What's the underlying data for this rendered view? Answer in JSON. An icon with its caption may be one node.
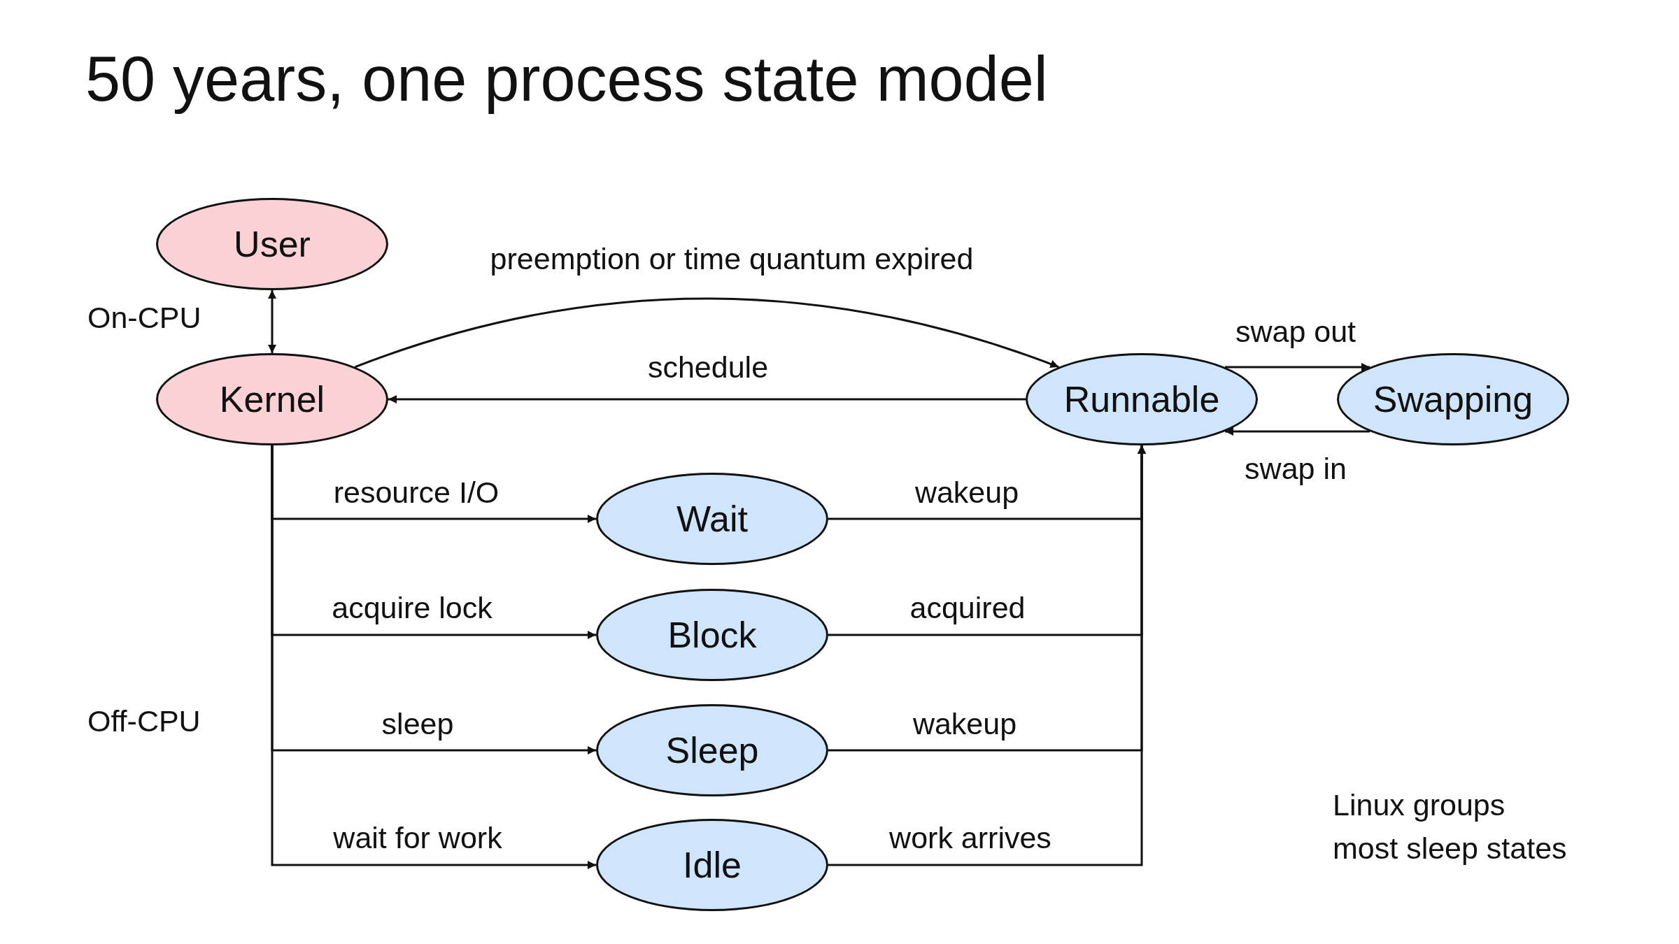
{
  "diagram": {
    "title": "50 years, one process state model",
    "nodes": [
      {
        "text": [
          "User"
        ]
      },
      {
        "text": [
          "Kernel"
        ]
      },
      {
        "text": [
          "Runnable"
        ]
      },
      {
        "text": [
          "Swapping"
        ]
      },
      {
        "text": [
          "Wait"
        ]
      },
      {
        "text": [
          "Block"
        ]
      },
      {
        "text": [
          "Sleep"
        ]
      },
      {
        "text": [
          "Idle"
        ]
      }
    ],
    "edges": [
      {
        "from": 0,
        "to": 1,
        "arrow": "both"
      },
      {
        "from": 1,
        "to": 2,
        "arrow": "to",
        "label": "preemption or time quantum expired"
      },
      {
        "from": 2,
        "to": 1,
        "arrow": "to",
        "label": "schedule"
      },
      {
        "from": 2,
        "to": 3,
        "arrow": "to",
        "label": "swap out"
      },
      {
        "from": 3,
        "to": 2,
        "arrow": "to",
        "label": "swap in"
      },
      {
        "from": 1,
        "to": 4,
        "arrow": "to",
        "label": "resource I/O"
      },
      {
        "from": 1,
        "to": 5,
        "arrow": "to",
        "label": "acquire lock"
      },
      {
        "from": 1,
        "to": 6,
        "arrow": "to",
        "label": "sleep"
      },
      {
        "from": 1,
        "to": 7,
        "arrow": "to",
        "label": "wait for work"
      },
      {
        "from": 4,
        "to": 2,
        "arrow": "to",
        "label": "wakeup"
      },
      {
        "from": 5,
        "to": 2,
        "arrow": "to",
        "label": "acquired"
      },
      {
        "from": 6,
        "to": 2,
        "arrow": "to",
        "label": "wakeup"
      },
      {
        "from": 7,
        "to": 2,
        "arrow": "to",
        "label": "work arrives"
      }
    ],
    "labels": [
      "On-CPU",
      "Off-CPU",
      "Linux groups most sleep states"
    ]
  }
}
